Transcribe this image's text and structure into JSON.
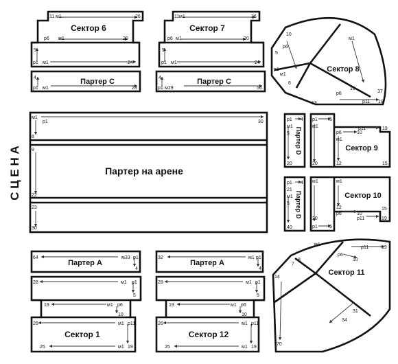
{
  "stage": "С Ц Е Н А",
  "arena": {
    "title": "Партер на арене",
    "r1": "м1",
    "r2": "р1",
    "n1": "30",
    "n2": "8",
    "n3": "9",
    "n4": "22",
    "n5": "23",
    "n6": "30"
  },
  "sector6": {
    "title": "Сектор 6",
    "a": "11",
    "b": "м1",
    "c": "26",
    "d": "р6",
    "e": "м1",
    "f": "20",
    "g": "5",
    "h": "р1",
    "i": "м1",
    "j": "24"
  },
  "sector7": {
    "title": "Сектор 7",
    "a": "11",
    "b": "м1",
    "c": "26",
    "d": "р6",
    "e": "м1",
    "f": "20",
    "g": "5",
    "h": "р1",
    "i": "м1",
    "j": "24"
  },
  "parterC_left": {
    "title": "Партер С",
    "a": "4",
    "b": "р1",
    "c": "м1",
    "d": "28"
  },
  "parterC_right": {
    "title": "Партер С",
    "a": "4",
    "b": "р1",
    "c": "м29",
    "d": "56"
  },
  "sector8": {
    "title": "Сектор 8",
    "a": "10",
    "b": "р6",
    "c": "5",
    "d": "р1",
    "e": "м1",
    "f": "6",
    "g": "13",
    "h": "м1",
    "i": "10",
    "j": "р6",
    "k": "37",
    "l": "р11",
    "m": "19"
  },
  "parterD_top": {
    "title": "Партер D",
    "a": "р1",
    "b": "4",
    "c": "м1",
    "d": "5",
    "e": "20"
  },
  "parterD_bot": {
    "title": "Партер D",
    "a": "р1",
    "b": "4",
    "c": "21",
    "d": "м1",
    "e": "5",
    "f": "40"
  },
  "sector9": {
    "title": "Сектор 9",
    "a": "р1",
    "b": "5",
    "c": "м1",
    "d": "20",
    "e": "р6",
    "f": "10",
    "g": "р11",
    "h": "19",
    "i": "м1",
    "j": "12",
    "k": "15"
  },
  "sector10": {
    "title": "Сектор 10",
    "a": "м1",
    "b": "м1",
    "c": "20",
    "d": "12",
    "e": "р6",
    "f": "10",
    "g": "р11",
    "h": "19",
    "i": "р1",
    "j": "5",
    "k": "15"
  },
  "parterA_left": {
    "title": "Партер А",
    "a": "64",
    "b": "м33",
    "c": "р1",
    "d": "4"
  },
  "parterA_right": {
    "title": "Партер А",
    "a": "32",
    "b": "м1",
    "c": "р1",
    "d": "4"
  },
  "sector1": {
    "title": "Сектор 1",
    "a": "28",
    "b": "м1",
    "c": "р1",
    "d": "5",
    "e": "19",
    "f": "м1",
    "g": "р6",
    "h": "10",
    "i": "26",
    "j": "м1",
    "k": "р11",
    "l": "25",
    "m": "м1",
    "n": "19"
  },
  "sector12": {
    "title": "Сектор 12",
    "a": "28",
    "b": "м1",
    "c": "р1",
    "d": "5",
    "e": "19",
    "f": "м1",
    "g": "р6",
    "h": "10",
    "i": "26",
    "j": "м1",
    "k": "р11",
    "l": "25",
    "m": "м1",
    "n": "19"
  },
  "sector11": {
    "title": "Сектор 11",
    "a": "8",
    "b": "7",
    "c": "14",
    "d": "р6",
    "e": "10",
    "f": "р11",
    "g": "19",
    "h": "м1",
    "i": "31",
    "j": "34",
    "k": "70"
  }
}
